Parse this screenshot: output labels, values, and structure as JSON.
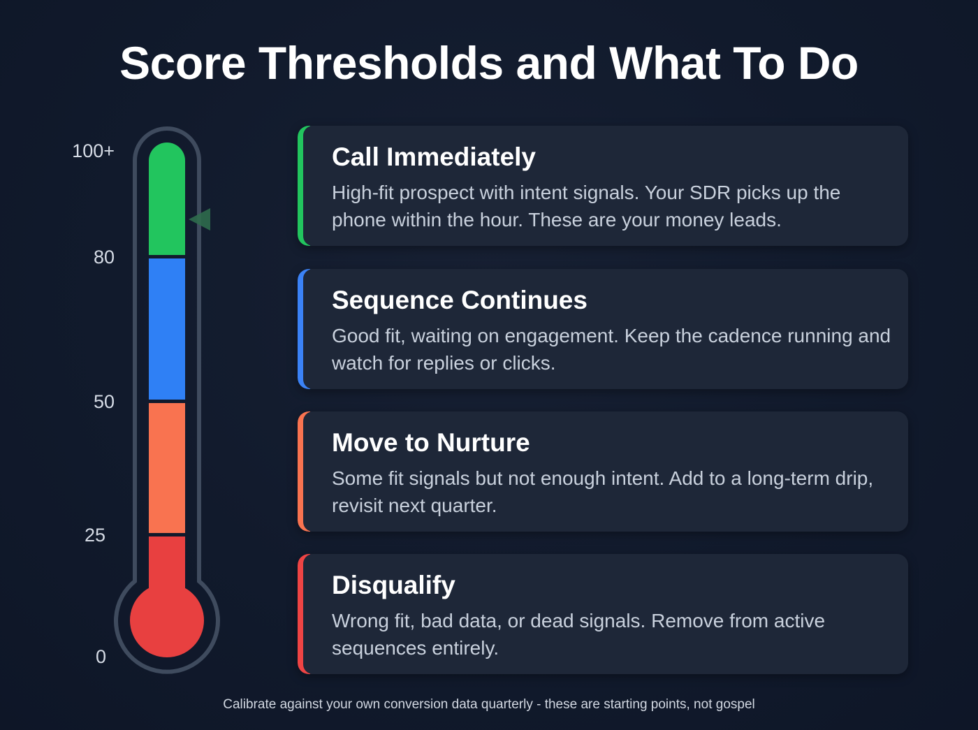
{
  "title": "Score Thresholds and What To Do",
  "scale": {
    "labels": [
      "100+",
      "80",
      "50",
      "25",
      "0"
    ]
  },
  "thermometer": {
    "segments": [
      {
        "range": "80-100+",
        "color": "#22c55e"
      },
      {
        "range": "50-80",
        "color": "#3b82f6"
      },
      {
        "range": "25-50",
        "color": "#f97350"
      },
      {
        "range": "0-25",
        "color": "#ef4444"
      }
    ],
    "marker_color": "#2f6b4c",
    "outline_color": "#3f4b5e"
  },
  "cards": [
    {
      "title": "Call Immediately",
      "description": "High-fit prospect with intent signals. Your SDR picks up the phone within the hour. These are your money leads.",
      "accent": "#22c55e"
    },
    {
      "title": "Sequence Continues",
      "description": "Good fit, waiting on engagement. Keep the cadence running and watch for replies or clicks.",
      "accent": "#3b82f6"
    },
    {
      "title": "Move to Nurture",
      "description": "Some fit signals but not enough intent. Add to a long-term drip, revisit next quarter.",
      "accent": "#f97350"
    },
    {
      "title": "Disqualify",
      "description": "Wrong fit, bad data, or dead signals. Remove from active sequences entirely.",
      "accent": "#ef4444"
    }
  ],
  "footer": "Calibrate against your own conversion data quarterly - these are starting points, not gospel"
}
